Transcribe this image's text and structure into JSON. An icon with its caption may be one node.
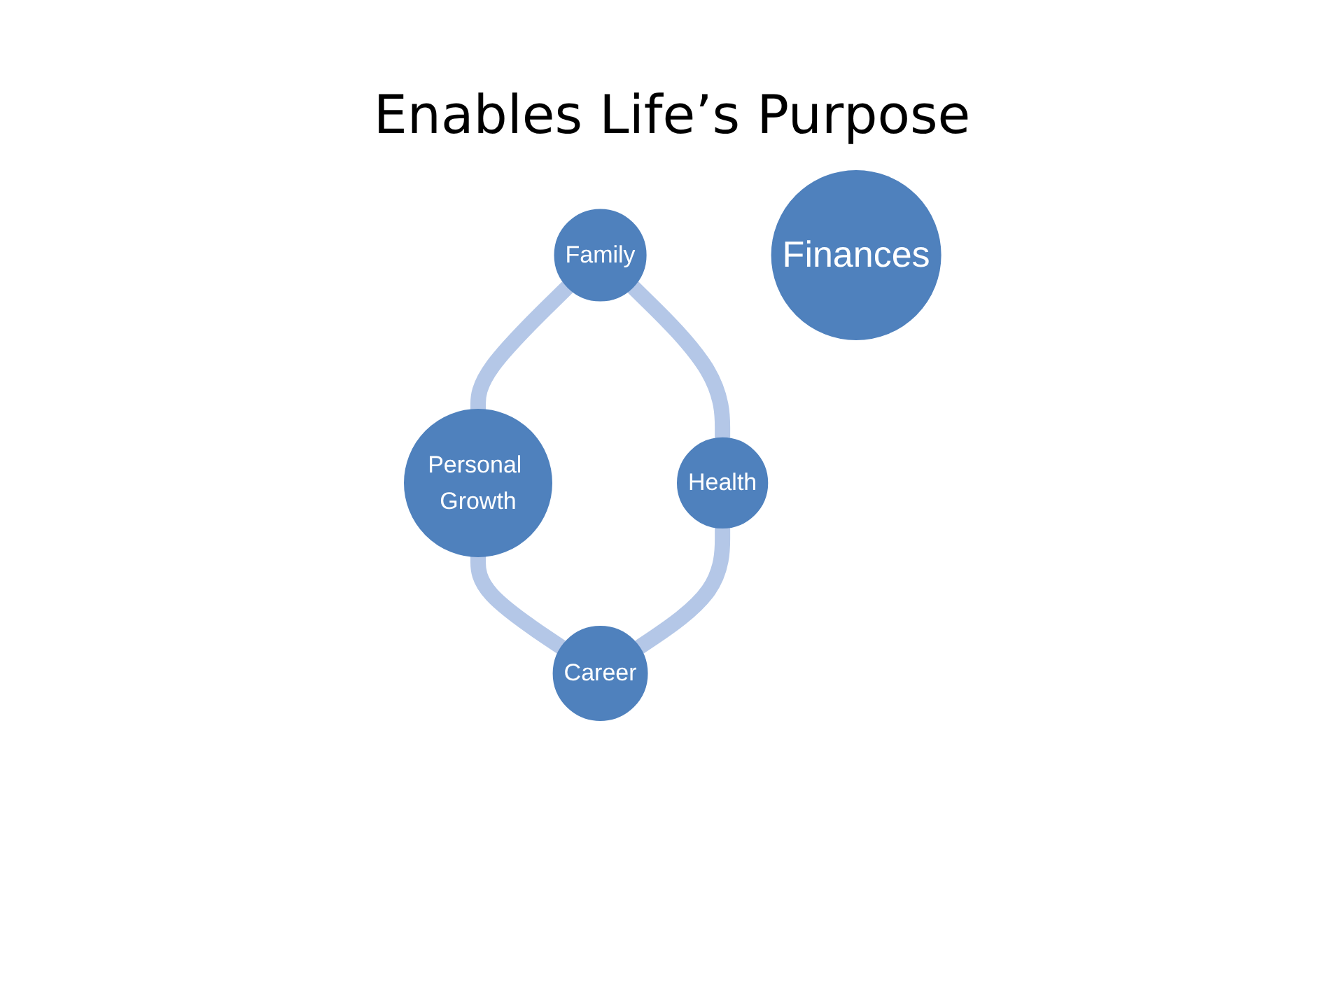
{
  "diagram": {
    "title": "Enables Life’s Purpose",
    "nodes": [
      {
        "text": [
          "Family"
        ]
      },
      {
        "text": [
          "Personal Growth"
        ]
      },
      {
        "text": [
          "Finances"
        ]
      },
      {
        "text": [
          "Health"
        ]
      },
      {
        "text": [
          "Career"
        ]
      }
    ],
    "edges": [
      {
        "from": 0,
        "to": 1,
        "arrow": "none"
      },
      {
        "from": 0,
        "to": 3,
        "arrow": "none"
      },
      {
        "from": 1,
        "to": 4,
        "arrow": "none"
      },
      {
        "from": 3,
        "to": 4,
        "arrow": "none"
      }
    ]
  }
}
